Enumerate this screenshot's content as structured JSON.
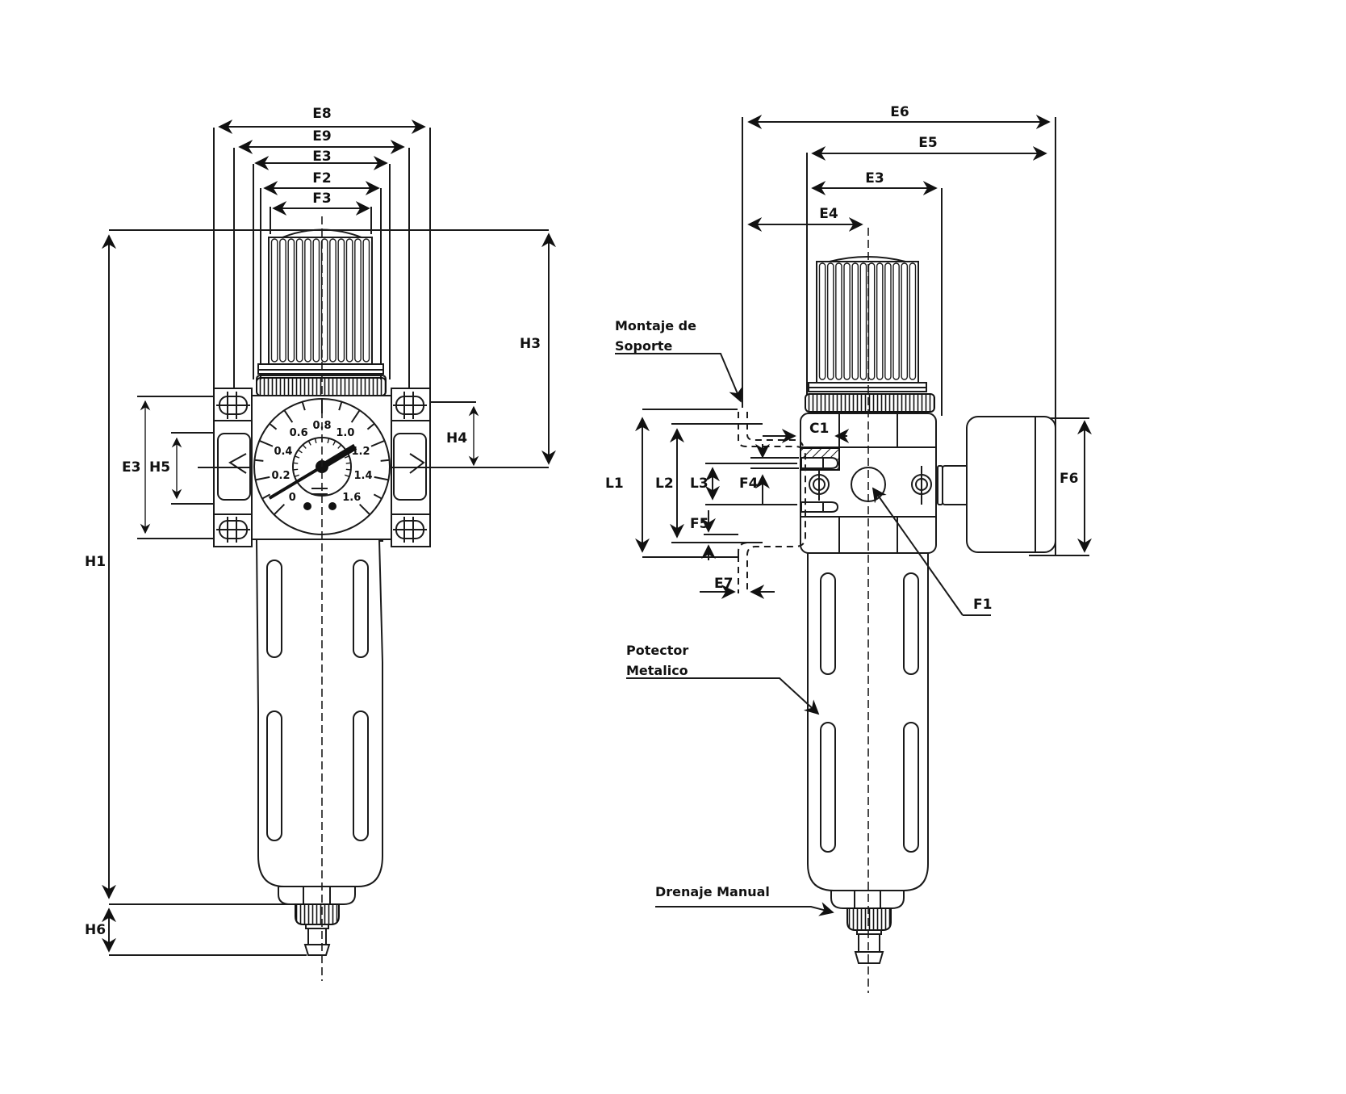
{
  "front_view": {
    "dimensions": {
      "E8": "E8",
      "E9": "E9",
      "E3_top": "E3",
      "F2": "F2",
      "F3": "F3",
      "H1": "H1",
      "H3": "H3",
      "H4": "H4",
      "E3_side": "E3",
      "H5": "H5",
      "H6": "H6"
    },
    "gauge": {
      "scale": [
        "0",
        "0.2",
        "0.4",
        "0.6",
        "0.8",
        "1.0",
        "1.2",
        "1.4",
        "1.6"
      ],
      "needle_value": 1.15
    }
  },
  "side_view": {
    "dimensions": {
      "E6": "E6",
      "E5": "E5",
      "E3": "E3",
      "E4": "E4",
      "C1": "C1",
      "L1": "L1",
      "L2": "L2",
      "L3": "L3",
      "F4": "F4",
      "F5": "F5",
      "E7": "E7",
      "F1": "F1",
      "F6": "F6"
    },
    "callouts": {
      "bracket_line1": "Montaje de",
      "bracket_line2": "Soporte",
      "guard_line1": "Potector",
      "guard_line2": "Metalico",
      "drain": "Drenaje Manual"
    }
  }
}
